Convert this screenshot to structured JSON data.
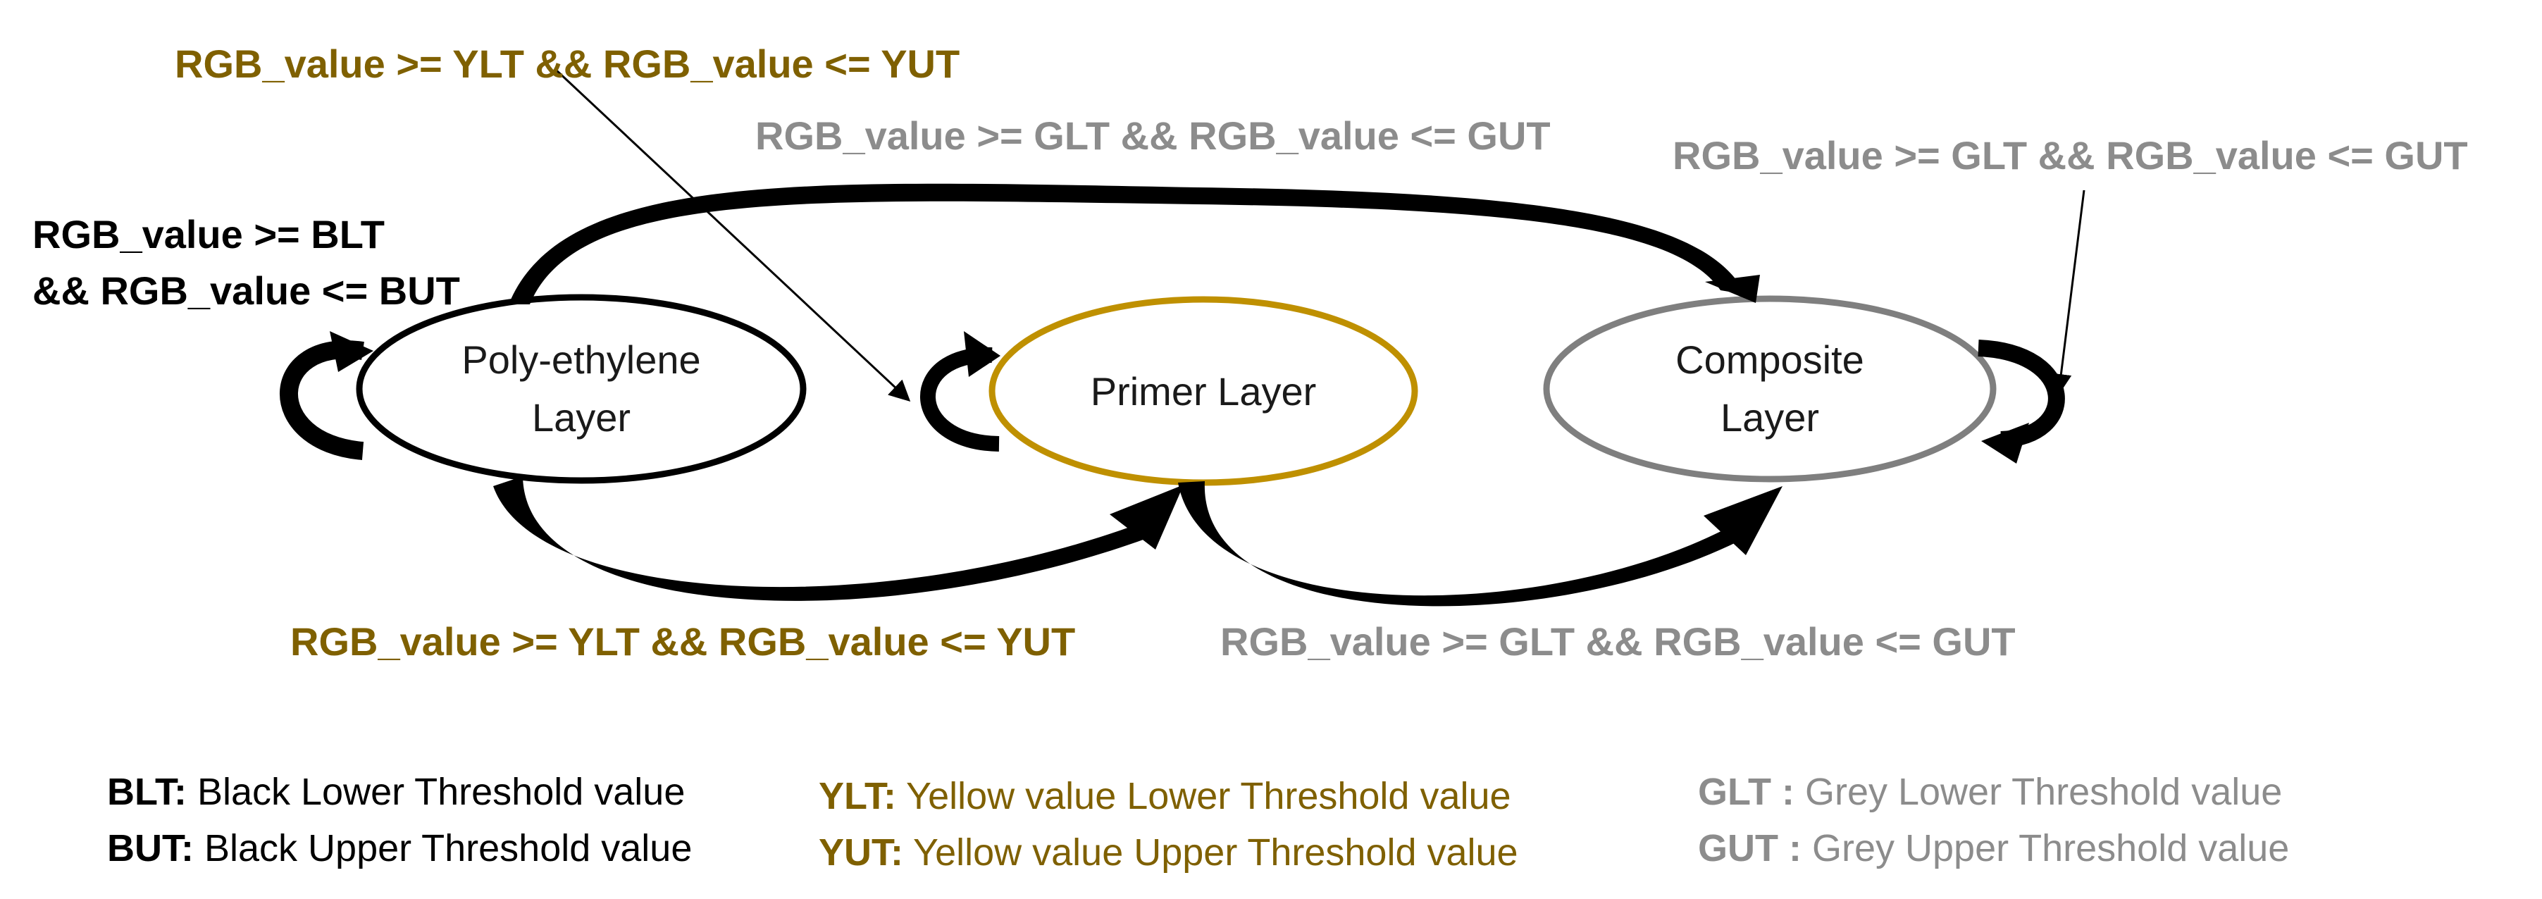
{
  "colors": {
    "black": "#000000",
    "yellow": "#7f6000",
    "yellow_border": "#bf9000",
    "grey_text": "#8c8c8c",
    "grey_border": "#7f7f7f"
  },
  "nodes": {
    "polyethylene": {
      "line1": "Poly-ethylene",
      "line2": "Layer"
    },
    "primer": {
      "line1": "Primer Layer"
    },
    "composite": {
      "line1": "Composite",
      "line2": "Layer"
    }
  },
  "conditions": {
    "primer_self": "RGB_value >= YLT &&  RGB_value <= YUT",
    "poly_to_composite": "RGB_value >= GLT &&  RGB_value <= GUT",
    "composite_self": "RGB_value >= GLT &&  RGB_value <= GUT",
    "poly_self_line1": "RGB_value >= BLT",
    "poly_self_line2": "&&  RGB_value <= BUT",
    "poly_to_primer": "RGB_value >= YLT &&  RGB_value <= YUT",
    "primer_to_composite": "RGB_value >= GLT &&  RGB_value <= GUT"
  },
  "legend": {
    "black": [
      {
        "abbr": "BLT:",
        "desc": " Black Lower Threshold value"
      },
      {
        "abbr": "BUT:",
        "desc": " Black Upper Threshold value"
      }
    ],
    "yellow": [
      {
        "abbr": "YLT:",
        "desc": "  Yellow value Lower Threshold value"
      },
      {
        "abbr": "YUT:",
        "desc": " Yellow value Upper Threshold value"
      }
    ],
    "grey": [
      {
        "abbr": "GLT :",
        "desc": " Grey Lower Threshold value"
      },
      {
        "abbr": "GUT :",
        "desc": " Grey Upper Threshold value"
      }
    ]
  }
}
